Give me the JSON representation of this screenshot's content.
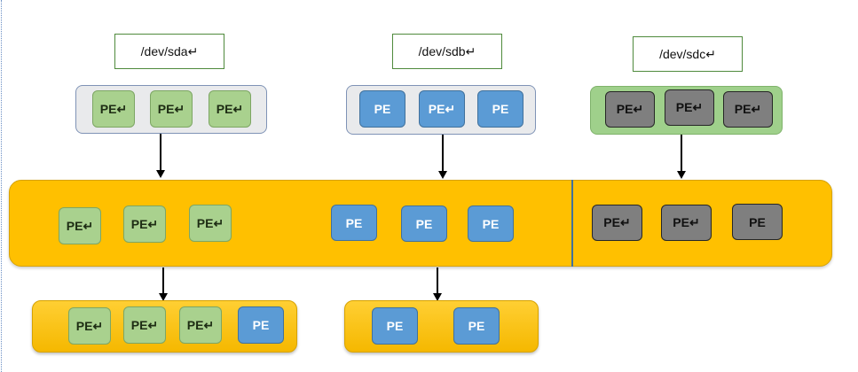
{
  "devices": [
    {
      "label": "/dev/sda↵"
    },
    {
      "label": "/dev/sdb↵"
    },
    {
      "label": "/dev/sdc↵"
    }
  ],
  "pe_label": "PE",
  "pe_label_mark": "PE↵",
  "colors": {
    "vg_fill": "#ffc000",
    "pe_green": "#a9d18e",
    "pe_blue": "#5b9bd5",
    "pe_gray": "#7f7f7f"
  }
}
